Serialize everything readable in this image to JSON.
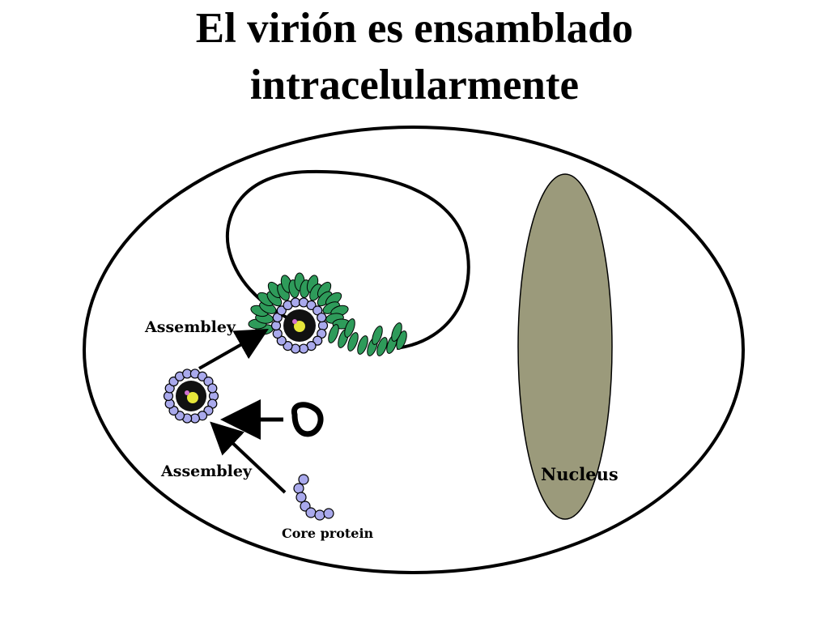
{
  "slide": {
    "title_line1": "El virión es ensamblado",
    "title_line2": "intracelularmente"
  },
  "labels": {
    "assembly_top": "Assembley",
    "assembly_bottom": "Assembley",
    "core_protein": "Core protein",
    "nucleus": "Nucleus"
  },
  "colors": {
    "nucleus_fill": "#9b9a7b",
    "envelope_protein": "#2e9b5a",
    "core_protein": "#a9a9ec",
    "genome_core": "#e6e63a",
    "outline": "#000000"
  }
}
